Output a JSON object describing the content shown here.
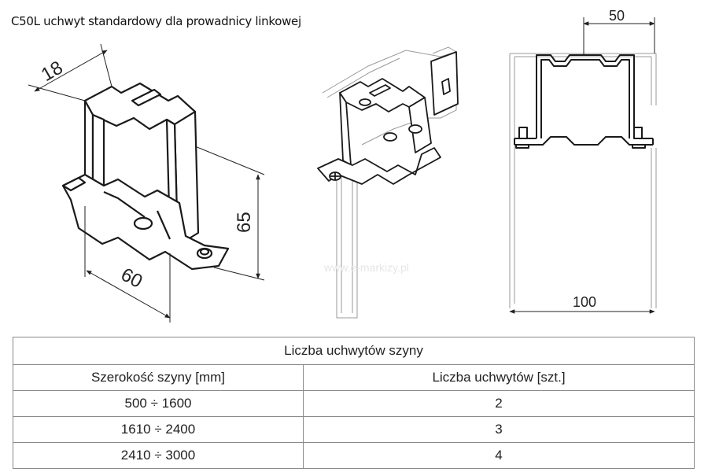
{
  "title": "C50L uchwyt standardowy dla prowadnicy linkowej",
  "dimensions": {
    "depth": "18",
    "height": "65",
    "width": "60",
    "inner_width": "50",
    "outer_width": "100"
  },
  "watermark": "www.e-markizy.pl",
  "table": {
    "title": "Liczba uchwytów szyny",
    "headers": [
      "Szerokość szyny [mm]",
      "Liczba uchwytów [szt.]"
    ],
    "rows": [
      {
        "range": "500 ÷ 1600",
        "count": "2"
      },
      {
        "range": "1610 ÷ 2400",
        "count": "3"
      },
      {
        "range": "2410 ÷ 3000",
        "count": "4"
      }
    ]
  }
}
